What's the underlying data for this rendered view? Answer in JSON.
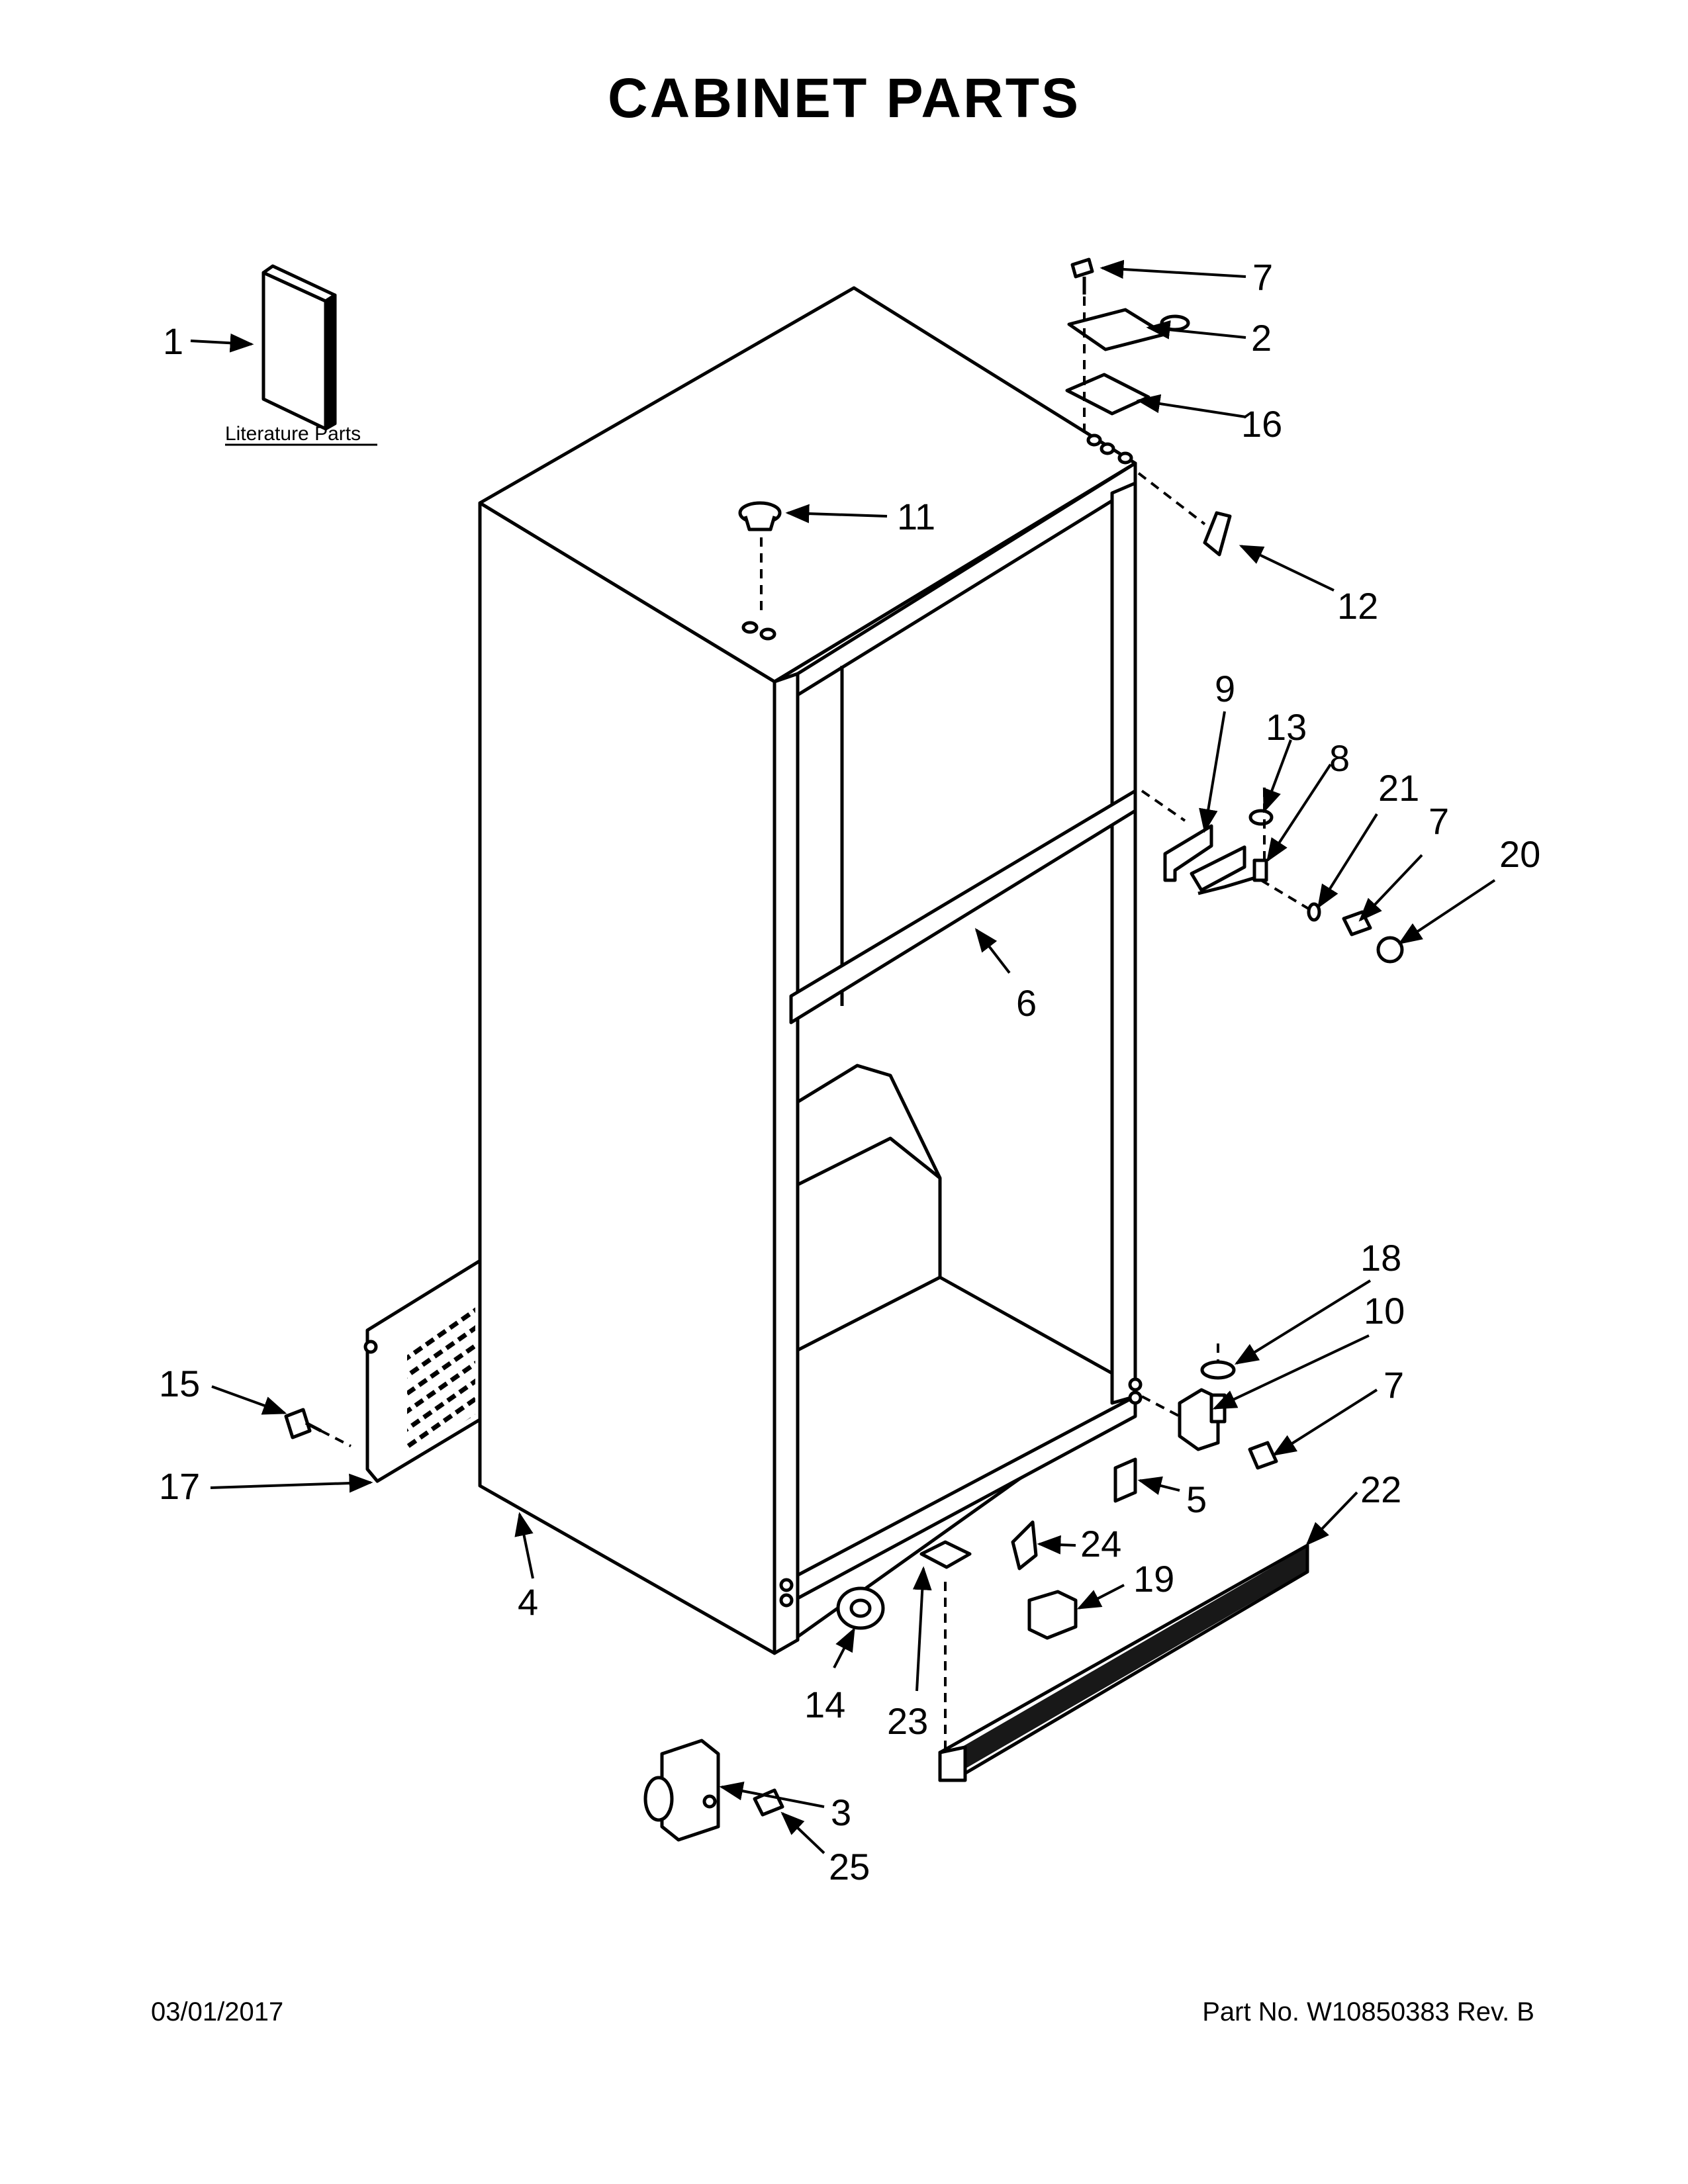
{
  "title": "CABINET PARTS",
  "literature_label": "Literature Parts",
  "footer": {
    "date": "03/01/2017",
    "part_number": "Part No.  W10850383  Rev.  B"
  },
  "callouts": [
    {
      "id": "c1",
      "label": "1"
    },
    {
      "id": "c2",
      "label": "2"
    },
    {
      "id": "c3",
      "label": "3"
    },
    {
      "id": "c4",
      "label": "4"
    },
    {
      "id": "c5",
      "label": "5"
    },
    {
      "id": "c6",
      "label": "6"
    },
    {
      "id": "c7a",
      "label": "7"
    },
    {
      "id": "c7b",
      "label": "7"
    },
    {
      "id": "c7c",
      "label": "7"
    },
    {
      "id": "c8",
      "label": "8"
    },
    {
      "id": "c9",
      "label": "9"
    },
    {
      "id": "c10",
      "label": "10"
    },
    {
      "id": "c11",
      "label": "11"
    },
    {
      "id": "c12",
      "label": "12"
    },
    {
      "id": "c13",
      "label": "13"
    },
    {
      "id": "c14",
      "label": "14"
    },
    {
      "id": "c15",
      "label": "15"
    },
    {
      "id": "c16",
      "label": "16"
    },
    {
      "id": "c17",
      "label": "17"
    },
    {
      "id": "c18",
      "label": "18"
    },
    {
      "id": "c19",
      "label": "19"
    },
    {
      "id": "c20",
      "label": "20"
    },
    {
      "id": "c21",
      "label": "21"
    },
    {
      "id": "c22",
      "label": "22"
    },
    {
      "id": "c23",
      "label": "23"
    },
    {
      "id": "c24",
      "label": "24"
    },
    {
      "id": "c25",
      "label": "25"
    }
  ]
}
